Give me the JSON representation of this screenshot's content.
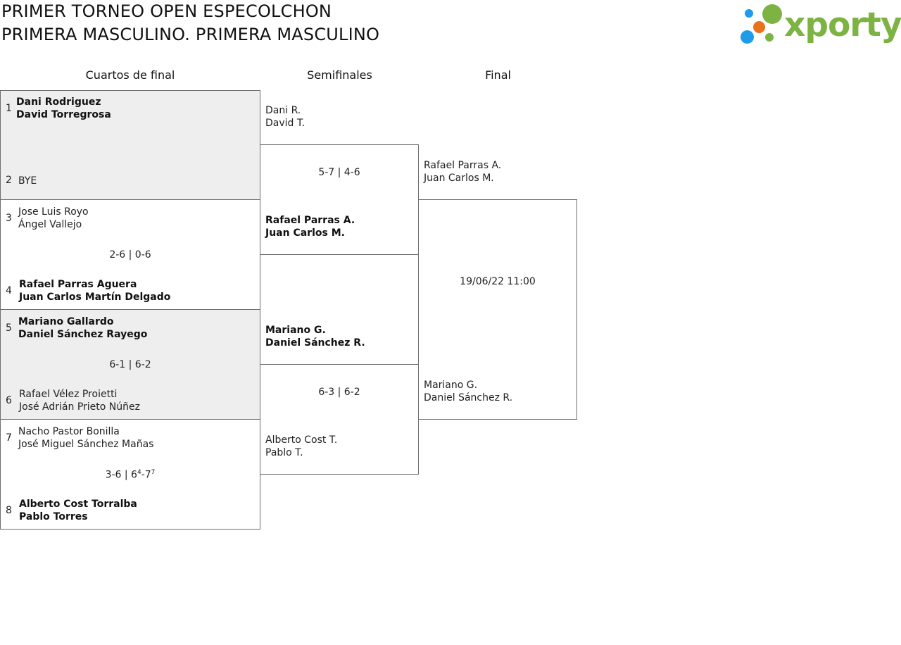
{
  "header": {
    "title_line1": "PRIMER TORNEO OPEN ESPECOLCHON",
    "title_line2": "PRIMERA MASCULINO. PRIMERA MASCULINO",
    "logo_text": "xporty",
    "logo_colors": [
      "#7cb342",
      "#e8711a",
      "#1e9be9",
      "#1e9be9",
      "#7cb342"
    ]
  },
  "rounds": {
    "quarters": "Cuartos de final",
    "semis": "Semifinales",
    "final": "Final"
  },
  "quarterfinals": [
    {
      "top": {
        "seed": "1",
        "line1": "Dani Rodriguez",
        "line2": "David Torregrosa",
        "winner": true
      },
      "bottom": {
        "seed": "2",
        "line1": "BYE",
        "line2": "",
        "winner": false
      },
      "score": ""
    },
    {
      "top": {
        "seed": "3",
        "line1": "Jose Luis Royo",
        "line2": "Ángel Vallejo",
        "winner": false
      },
      "bottom": {
        "seed": "4",
        "line1": "Rafael Parras Aguera",
        "line2": "Juan Carlos Martín Delgado",
        "winner": true
      },
      "score": "2-6 | 0-6"
    },
    {
      "top": {
        "seed": "5",
        "line1": "Mariano Gallardo",
        "line2": "Daniel Sánchez Rayego",
        "winner": true
      },
      "bottom": {
        "seed": "6",
        "line1": "Rafael Vélez Proietti",
        "line2": "José Adrián Prieto Núñez",
        "winner": false
      },
      "score": "6-1 | 6-2"
    },
    {
      "top": {
        "seed": "7",
        "line1": "Nacho Pastor Bonilla",
        "line2": "José Miguel Sánchez Mañas",
        "winner": false
      },
      "bottom": {
        "seed": "8",
        "line1": "Alberto Cost Torralba",
        "line2": "Pablo Torres",
        "winner": true
      },
      "score_main": "3-6 | 6",
      "score_sup1": "4",
      "score_mid": "-7",
      "score_sup2": "7"
    }
  ],
  "semifinals": [
    {
      "top": {
        "line1": "Dani R.",
        "line2": "David T.",
        "winner": false
      },
      "bottom": {
        "line1": "Rafael Parras A.",
        "line2": "Juan Carlos M.",
        "winner": true
      },
      "score": "5-7 | 4-6"
    },
    {
      "top": {
        "line1": "Mariano G.",
        "line2": "Daniel Sánchez R.",
        "winner": true
      },
      "bottom": {
        "line1": "Alberto Cost T.",
        "line2": "Pablo T.",
        "winner": false
      },
      "score": "6-3 | 6-2"
    }
  ],
  "final": {
    "top": {
      "line1": "Rafael Parras A.",
      "line2": "Juan Carlos M."
    },
    "bottom": {
      "line1": "Mariano G.",
      "line2": "Daniel Sánchez R."
    },
    "schedule": "19/06/22 11:00"
  }
}
